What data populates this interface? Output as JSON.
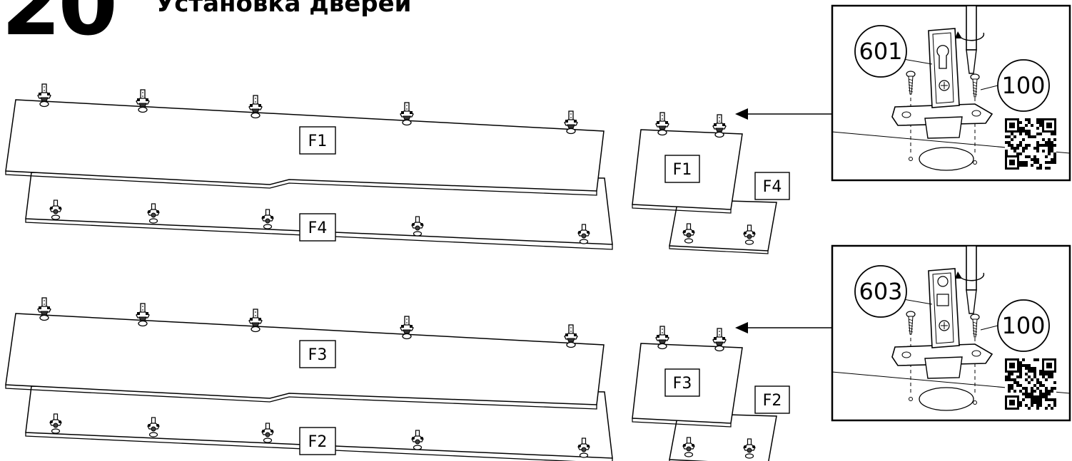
{
  "step": {
    "number": "20",
    "title": "Установка дверей"
  },
  "groups": [
    {
      "long_front": "F1",
      "long_back": "F4",
      "short_front": "F1",
      "short_back": "F4"
    },
    {
      "long_front": "F3",
      "long_back": "F2",
      "short_front": "F3",
      "short_back": "F2"
    }
  ],
  "details": [
    {
      "hinge_part": "601",
      "screw_part": "100",
      "qr_icon": "qr-code-icon"
    },
    {
      "hinge_part": "603",
      "screw_part": "100",
      "qr_icon": "qr-code-icon"
    }
  ]
}
